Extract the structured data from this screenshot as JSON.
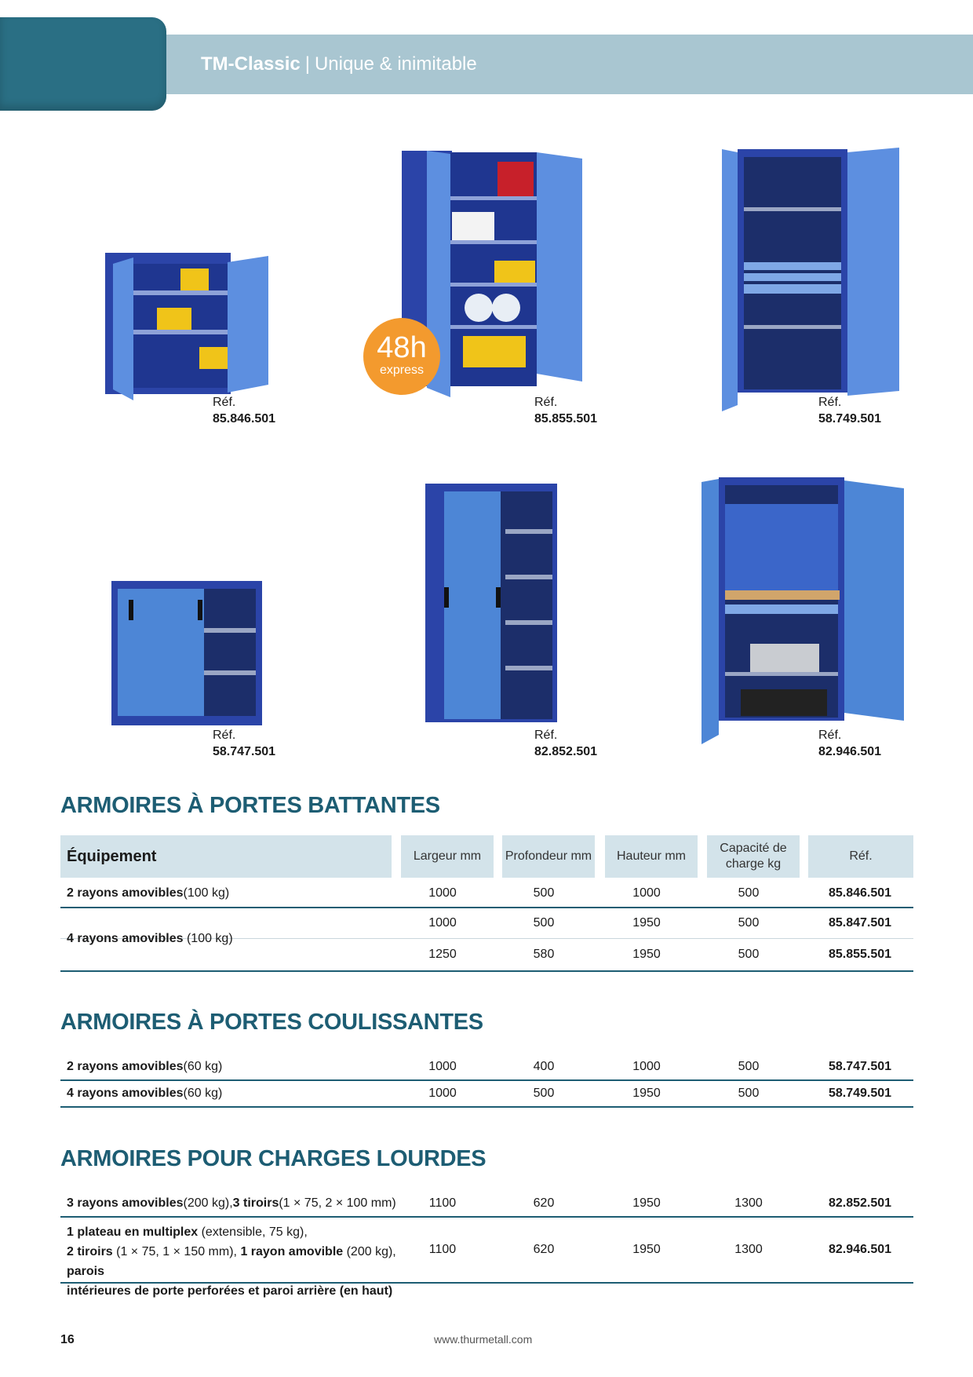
{
  "header": {
    "brand": "TM-Classic",
    "separator": "|",
    "tagline": "Unique & inimitable"
  },
  "badge": {
    "big": "48h",
    "small": "express"
  },
  "products": [
    {
      "ref_label": "Réf.",
      "ref": "85.846.501"
    },
    {
      "ref_label": "Réf.",
      "ref": "85.855.501"
    },
    {
      "ref_label": "Réf.",
      "ref": "58.749.501"
    },
    {
      "ref_label": "Réf.",
      "ref": "58.747.501"
    },
    {
      "ref_label": "Réf.",
      "ref": "82.852.501"
    },
    {
      "ref_label": "Réf.",
      "ref": "82.946.501"
    }
  ],
  "columns": {
    "equipment": "Équipement",
    "width": "Largeur mm",
    "depth": "Profondeur mm",
    "height": "Hauteur mm",
    "capacity": "Capacité de charge kg",
    "ref": "Réf."
  },
  "sections": [
    {
      "title": "ARMOIRES À PORTES BATTANTES",
      "rows": [
        {
          "bold": "2 rayons amovibles",
          "rest": " (100 kg)",
          "width": "1000",
          "depth": "500",
          "height": "1000",
          "capacity": "500",
          "ref": "85.846.501"
        },
        {
          "bold": "",
          "rest": "",
          "width": "1000",
          "depth": "500",
          "height": "1950",
          "capacity": "500",
          "ref": "85.847.501"
        },
        {
          "bold": "",
          "rest": "",
          "width": "1250",
          "depth": "580",
          "height": "1950",
          "capacity": "500",
          "ref": "85.855.501"
        }
      ],
      "merged_label": {
        "bold": "4 rayons amovibles",
        "rest": " (100 kg)"
      }
    },
    {
      "title": "ARMOIRES À PORTES COULISSANTES",
      "rows": [
        {
          "bold": "2 rayons amovibles",
          "rest": " (60 kg)",
          "width": "1000",
          "depth": "400",
          "height": "1000",
          "capacity": "500",
          "ref": "58.747.501"
        },
        {
          "bold": "4 rayons amovibles",
          "rest": " (60 kg)",
          "width": "1000",
          "depth": "500",
          "height": "1950",
          "capacity": "500",
          "ref": "58.749.501"
        }
      ]
    },
    {
      "title": "ARMOIRES POUR CHARGES LOURDES",
      "rows": [
        {
          "p1": "3 rayons amovibles",
          "p2": " (200 kg), ",
          "p3": "3 tiroirs",
          "p4": " (1 × 75, 2 × 100 mm)",
          "width": "1100",
          "depth": "620",
          "height": "1950",
          "capacity": "1300",
          "ref": "82.852.501"
        },
        {
          "l1a": "1 plateau en multiplex",
          "l1b": " (extensible, 75 kg),",
          "l2a": "2 tiroirs",
          "l2b": " (1 × 75, 1 × 150 mm), ",
          "l2c": "1 rayon amovible",
          "l2d": " (200 kg), ",
          "l2e": "parois",
          "l3": "intérieures de porte perforées et paroi arrière (en haut)",
          "width": "1100",
          "depth": "620",
          "height": "1950",
          "capacity": "1300",
          "ref": "82.946.501"
        }
      ]
    }
  ],
  "footer": {
    "page": "16",
    "url": "www.thurmetall.com"
  },
  "colors": {
    "accent": "#1d5d73",
    "header_band": "#a9c6d1",
    "header_tab": "#2a6f84",
    "badge": "#f39a2e",
    "cabinet_dark": "#2b44a8",
    "cabinet_light": "#4d86d6"
  }
}
